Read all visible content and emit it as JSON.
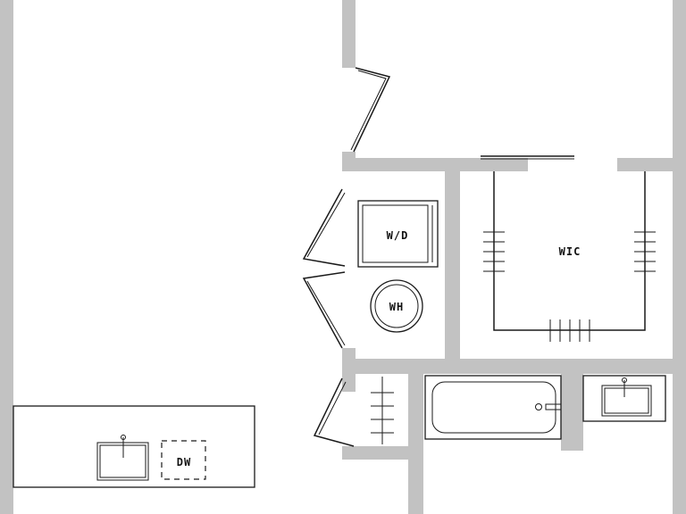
{
  "labels": {
    "washer_dryer": "W/D",
    "water_heater": "WH",
    "walk_in_closet": "WIC",
    "dishwasher": "DW"
  },
  "colors": {
    "wall": "#c2c2c2",
    "line": "#1a1a1a",
    "background": "#ffffff"
  }
}
